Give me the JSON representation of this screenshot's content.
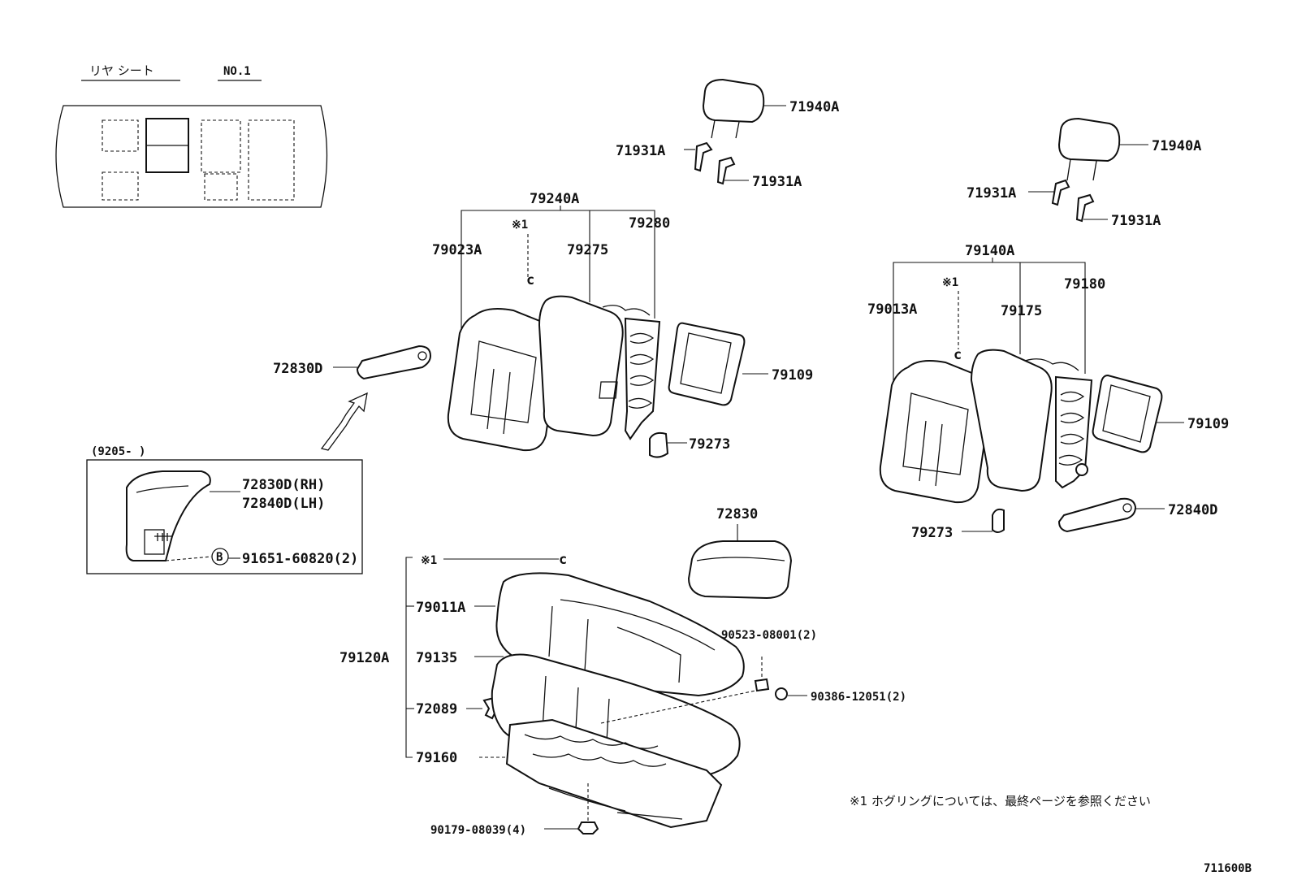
{
  "header": {
    "section_name": "リヤ シート",
    "section_no": "NO.1"
  },
  "left_backrest": {
    "assy": "79240A",
    "cover": "79023A",
    "hog_ring_mark": "※1",
    "pad": "79275",
    "frame": "79280",
    "board": "79109",
    "knob": "79273",
    "headrest": "71940A",
    "support_upper": "71931A",
    "support_lower": "71931A",
    "armrest": "72830D"
  },
  "right_backrest": {
    "assy": "79140A",
    "cover": "79013A",
    "hog_ring_mark": "※1",
    "pad": "79175",
    "frame": "79180",
    "board": "79109",
    "knob": "79273",
    "headrest": "71940A",
    "support_upper": "71931A",
    "support_lower": "71931A",
    "armrest": "72840D"
  },
  "inset": {
    "date_range": "(9205-     )",
    "part_rh": "72830D(RH)",
    "part_lh": "72840D(LH)",
    "screw_mark": "B",
    "screw": "91651-60820(2)"
  },
  "cushion": {
    "assy": "79120A",
    "hog_ring_mark": "※1",
    "cover": "79011A",
    "pad": "79135",
    "hook": "72089",
    "frame": "79160",
    "center_armrest": "72830",
    "clip": "90523-08001(2)",
    "bolt": "90386-12051(2)",
    "nut": "90179-08039(4)"
  },
  "footnote": "※1  ホグリングについては、最終ページを参照ください",
  "diagram_code": "711600B"
}
